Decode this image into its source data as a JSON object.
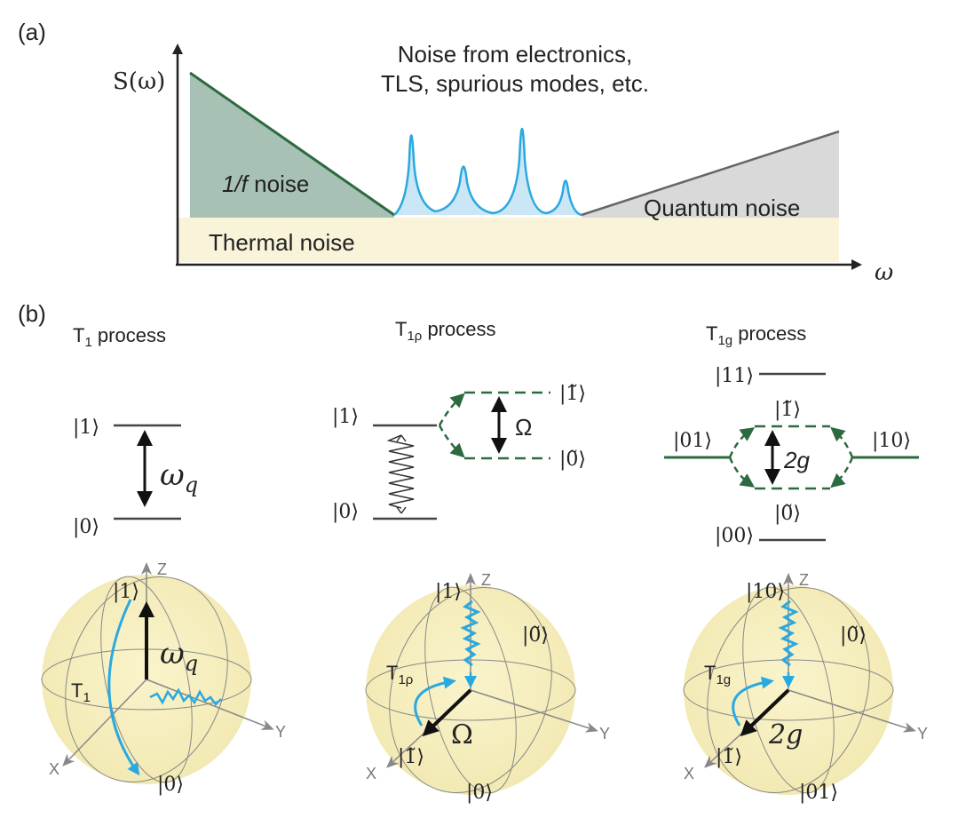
{
  "panel_a": {
    "label": "(a)",
    "y_axis": "S(ω)",
    "x_axis": "ω",
    "title_line1": "Noise from electronics,",
    "title_line2": "TLS, spurious modes, etc.",
    "one_over_f": "1/f",
    "one_over_f_suffix": " noise",
    "quantum": "Quantum noise",
    "thermal": "Thermal noise",
    "colors": {
      "one_over_f_fill": "#a7c2b4",
      "one_over_f_line": "#2d6a3f",
      "peaks": "#29a9e0",
      "peaks_fill": "#cbe7f6",
      "quantum_fill": "#d9d9d9",
      "quantum_line": "#666666",
      "thermal_fill": "#f8f3d9"
    }
  },
  "panel_b": {
    "label": "(b)",
    "t1": {
      "title_T": "T",
      "title_sub": "1",
      "title_rest": " process",
      "ket_1": "|1⟩",
      "ket_0": "|0⟩",
      "omega": "ω",
      "omega_sub": "q",
      "bloch": {
        "z": "Z",
        "y": "Y",
        "x": "X",
        "top": "|1⟩",
        "bottom": "|0⟩",
        "vec": "ω",
        "vec_sub": "q",
        "proc": "T",
        "proc_sub": "1"
      }
    },
    "t1rho": {
      "title_T": "T",
      "title_sub": "1ρ",
      "title_rest": " process",
      "ket_1": "|1⟩",
      "ket_0": "|0⟩",
      "ket_1t": "|1̃⟩",
      "ket_0t": "|0̃⟩",
      "omega": "Ω",
      "bloch": {
        "z": "Z",
        "y": "Y",
        "x": "X",
        "top": "|1⟩",
        "right": "|0̃⟩",
        "x_ket": "|1̃⟩",
        "bottom": "|0⟩",
        "vec": "Ω",
        "proc": "T",
        "proc_sub": "1ρ"
      }
    },
    "t1g": {
      "title_T": "T",
      "title_sub": "1g",
      "title_rest": " process",
      "ket_11": "|11⟩",
      "ket_1t": "|1̃⟩",
      "ket_01": "|01⟩",
      "ket_10": "|10⟩",
      "ket_0t": "|0̃⟩",
      "ket_00": "|00⟩",
      "coupling": "2g",
      "bloch": {
        "z": "Z",
        "y": "Y",
        "x": "X",
        "top": "|10⟩",
        "right": "|0̃⟩",
        "x_ket": "|1̃⟩",
        "bottom": "|01⟩",
        "vec": "2g",
        "proc": "T",
        "proc_sub": "1g"
      }
    }
  }
}
